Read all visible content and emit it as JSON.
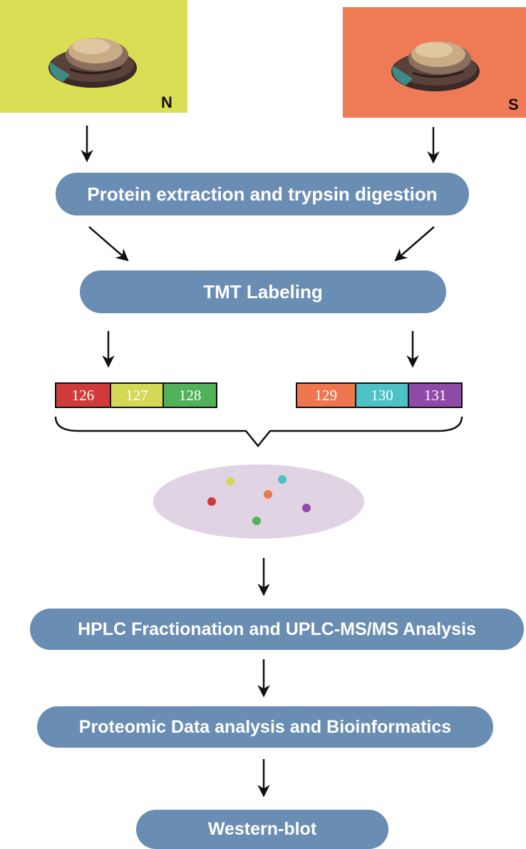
{
  "samples": [
    {
      "letter": "N",
      "color": "#d9de55",
      "icon": "abalone-image"
    },
    {
      "letter": "S",
      "color": "#ef7b56",
      "icon": "abalone-image"
    }
  ],
  "steps": {
    "extraction": "Protein extraction and trypsin digestion",
    "labeling": "TMT Labeling",
    "hplc": "HPLC Fractionation and UPLC-MS/MS Analysis",
    "proteomic": "Proteomic Data analysis and Bioinformatics",
    "western": "Western-blot"
  },
  "tmt_groups": [
    {
      "tags": [
        {
          "label": "126",
          "color": "#d13a3a"
        },
        {
          "label": "127",
          "color": "#d4d857"
        },
        {
          "label": "128",
          "color": "#52b25a"
        }
      ]
    },
    {
      "tags": [
        {
          "label": "129",
          "color": "#ee7750"
        },
        {
          "label": "130",
          "color": "#4cc2c4"
        },
        {
          "label": "131",
          "color": "#8f4aa8"
        }
      ]
    }
  ],
  "pool": {
    "fill": "#e0d3e4"
  },
  "colors": {
    "pill": "#6a8db3",
    "arrow": "#111111"
  }
}
